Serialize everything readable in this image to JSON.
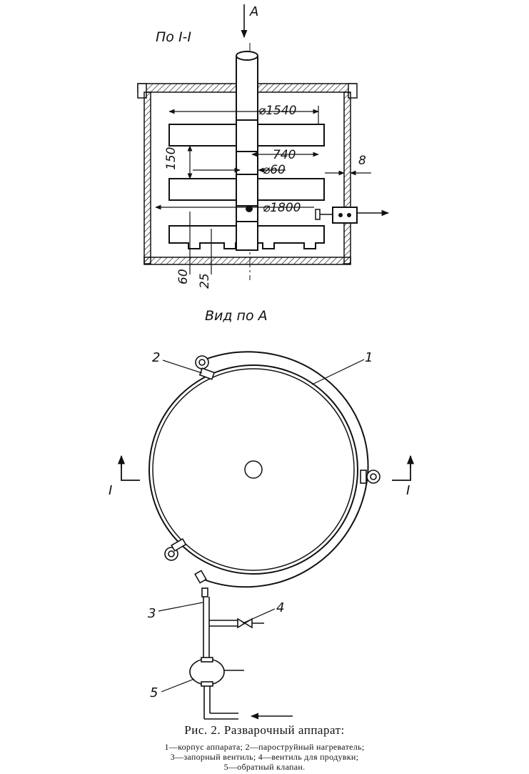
{
  "section_title": "По I-I",
  "view_label": "Вид по А",
  "view_arrow_label": "А",
  "section_mark": "I",
  "dimensions": {
    "d1540": "⌀1540",
    "d740": "740",
    "d60": "⌀60",
    "h150": "150",
    "d1800": "⌀1800",
    "w8": "8",
    "h60": "60",
    "h25": "25"
  },
  "callouts": [
    "1",
    "2",
    "3",
    "4",
    "5"
  ],
  "caption": {
    "title": "Рис. 2. Разварочный аппарат:",
    "lines": [
      "1—корпус аппарата; 2—пароструйный нагреватель;",
      "3—запорный вентиль; 4—вентиль для продувки;",
      "5—обратный клапан."
    ]
  }
}
